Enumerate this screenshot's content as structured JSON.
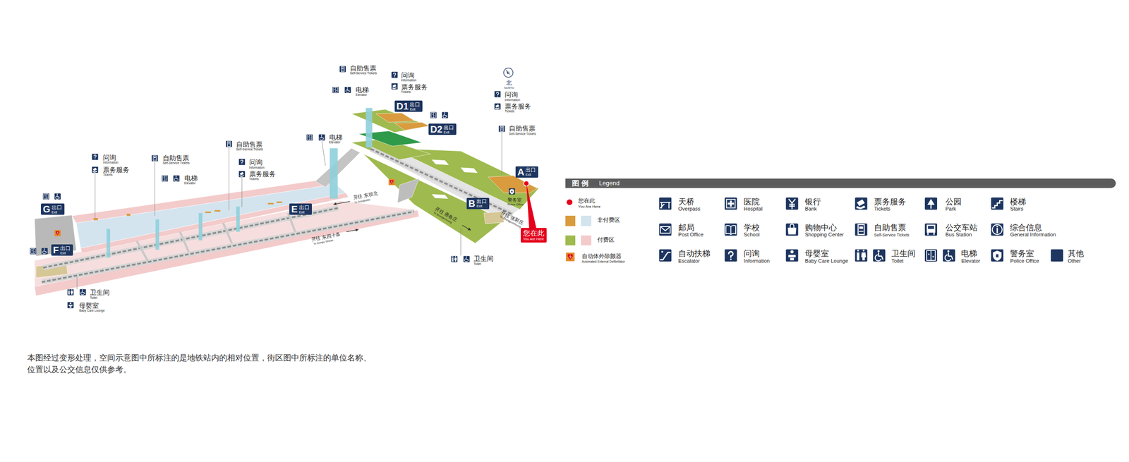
{
  "diagram": {
    "caption": "本图经过变形处理，空间示意图中所标注的是地铁站内的相对位置，街区图中所标注的单位名称、 位置以及公交信息仅供参考。",
    "nodes": [
      {
        "text": [
          "D1",
          "出口",
          "Exit"
        ]
      },
      {
        "text": [
          "D2",
          "出口",
          "Exit"
        ]
      },
      {
        "text": [
          "A",
          "出口",
          "Exit"
        ]
      },
      {
        "text": [
          "E",
          "出口",
          "Exit"
        ]
      },
      {
        "text": [
          "B",
          "出口",
          "Exit"
        ]
      },
      {
        "text": [
          "G",
          "出口",
          "Exit"
        ]
      },
      {
        "text": [
          "F",
          "出口",
          "Exit"
        ]
      },
      {
        "text": [
          "您在此",
          "You Are Here"
        ]
      },
      {
        "text": [
          "图例",
          "Legend"
        ]
      }
    ],
    "labels": [
      "自助售票",
      "Self-Service Tickets",
      "问询",
      "Information",
      "票务服务",
      "Tickets",
      "电梯",
      "Elevator",
      "北",
      "NORTH",
      "问询",
      "Information",
      "票务服务",
      "Tickets",
      "自助售票",
      "Self-Service Tickets",
      "电梯",
      "Elevator",
      "自助售票",
      "Self-Service Tickets",
      "问询",
      "Information",
      "票务服务",
      "Tickets",
      "问询",
      "Information",
      "票务服务",
      "Tickets",
      "自助售票",
      "Self-Service Tickets",
      "电梯",
      "Elevator",
      "警务室",
      "Police Office",
      "卫生间",
      "Toilet",
      "卫生间",
      "Toilet",
      "母婴室",
      "Baby Care Lounge",
      "开往 东坝北",
      "To Dongbabei",
      "开往 东四十条",
      "To Dongsi Shitiao",
      "开往 善各庄",
      "To Shangezhuang",
      "开往 张郭庄",
      "To Zhangguozhuang",
      "You Are Here",
      "Automated External Defibrillator",
      "Overpass",
      "Hospital",
      "Bank",
      "Tickets",
      "Park",
      "Stairs",
      "Post Office",
      "School",
      "Shopping Center",
      "Self-Service Tickets",
      "Bus Station",
      "General Information",
      "Escalator",
      "Information",
      "Baby Care Lounge",
      "Toilet",
      "Elevator",
      "Police Office",
      "Other"
    ],
    "legend": [
      {
        "text": "您在此"
      },
      {
        "text": "非付费区",
        "color": "#d99b3d"
      },
      {
        "text": "付费区",
        "color": "#9fba4e"
      },
      {
        "text": "自动体外除颤器"
      },
      {
        "text": "天桥"
      },
      {
        "text": "医院"
      },
      {
        "text": "银行"
      },
      {
        "text": "票务服务"
      },
      {
        "text": "公园"
      },
      {
        "text": "楼梯"
      },
      {
        "text": "邮局"
      },
      {
        "text": "学校"
      },
      {
        "text": "购物中心"
      },
      {
        "text": "自助售票"
      },
      {
        "text": "公交车站"
      },
      {
        "text": "综合信息"
      },
      {
        "text": "自动扶梯"
      },
      {
        "text": "问询"
      },
      {
        "text": "母婴室"
      },
      {
        "text": "卫生间"
      },
      {
        "text": "电梯"
      },
      {
        "text": "警务室"
      },
      {
        "text": "其他"
      }
    ]
  }
}
